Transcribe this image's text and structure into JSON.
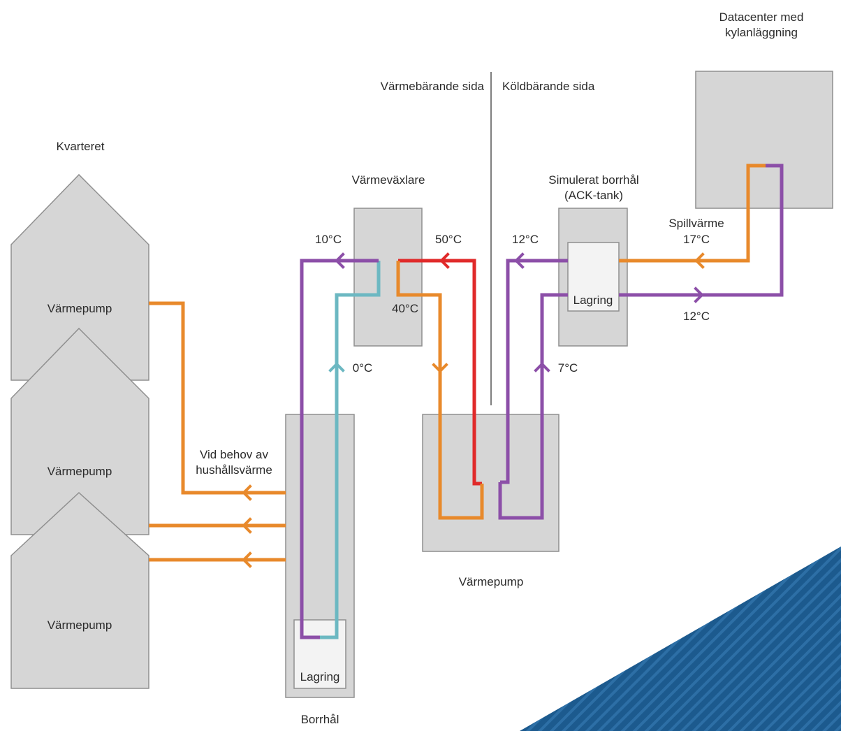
{
  "colors": {
    "orange": "#e8892b",
    "purple": "#8c4fa8",
    "cyan": "#6cb8c2",
    "red": "#e02a2a",
    "box_fill": "#d6d6d6",
    "box_stroke": "#8f8f8f",
    "divider": "#555555",
    "stripe_blue": "#1c5a8e"
  },
  "labels": {
    "datacenter_line1": "Datacenter med",
    "datacenter_line2": "kylanläggning",
    "hot_side": "Värmebärande sida",
    "cold_side": "Köldbärande sida",
    "block": "Kvarteret",
    "heat_exchanger": "Värmeväxlare",
    "sim_borehole_line1": "Simulerat borrhål",
    "sim_borehole_line2": "(ACK-tank)",
    "waste_heat": "Spillvärme",
    "temp_10": "10°C",
    "temp_50": "50°C",
    "temp_40": "40°C",
    "temp_0": "0°C",
    "temp_12_left": "12°C",
    "temp_17": "17°C",
    "temp_12_right": "12°C",
    "temp_7": "7°C",
    "storage_tank": "Lagring",
    "storage_borehole": "Lagring",
    "heat_pump_1": "Värmepump",
    "heat_pump_2": "Värmepump",
    "heat_pump_3": "Värmepump",
    "household_line1": "Vid behov av",
    "household_line2": "hushållsvärme",
    "main_heat_pump": "Värmepump",
    "borehole": "Borrhål"
  }
}
